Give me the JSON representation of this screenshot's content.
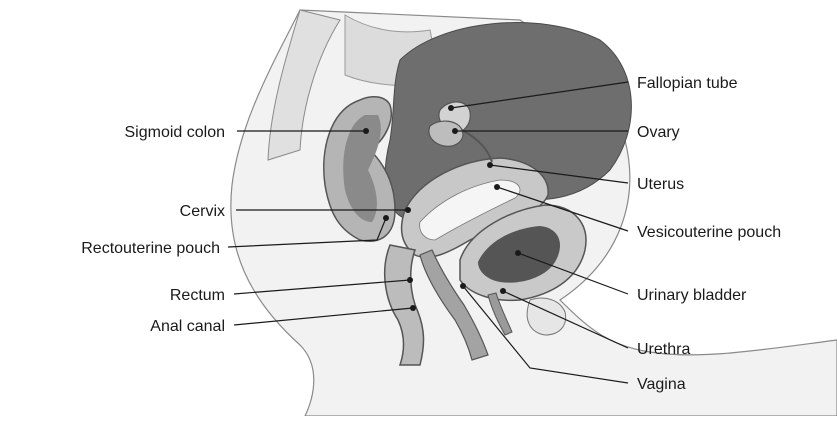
{
  "labels": {
    "sigmoid_colon": "Sigmoid colon",
    "cervix": "Cervix",
    "rectouterine_pouch": "Rectouterine pouch",
    "rectum": "Rectum",
    "anal_canal": "Anal canal",
    "fallopian_tube": "Fallopian tube",
    "ovary": "Ovary",
    "uterus": "Uterus",
    "vesicouterine_pouch": "Vesicouterine pouch",
    "urinary_bladder": "Urinary bladder",
    "urethra": "Urethra",
    "vagina": "Vagina"
  },
  "colors": {
    "background": "#ffffff",
    "outline": "#6b6b6b",
    "tissue_light": "#d9d9d9",
    "tissue_mid": "#a8a8a8",
    "tissue_dark": "#5a5a5a",
    "leader_line": "#1a1a1a"
  }
}
